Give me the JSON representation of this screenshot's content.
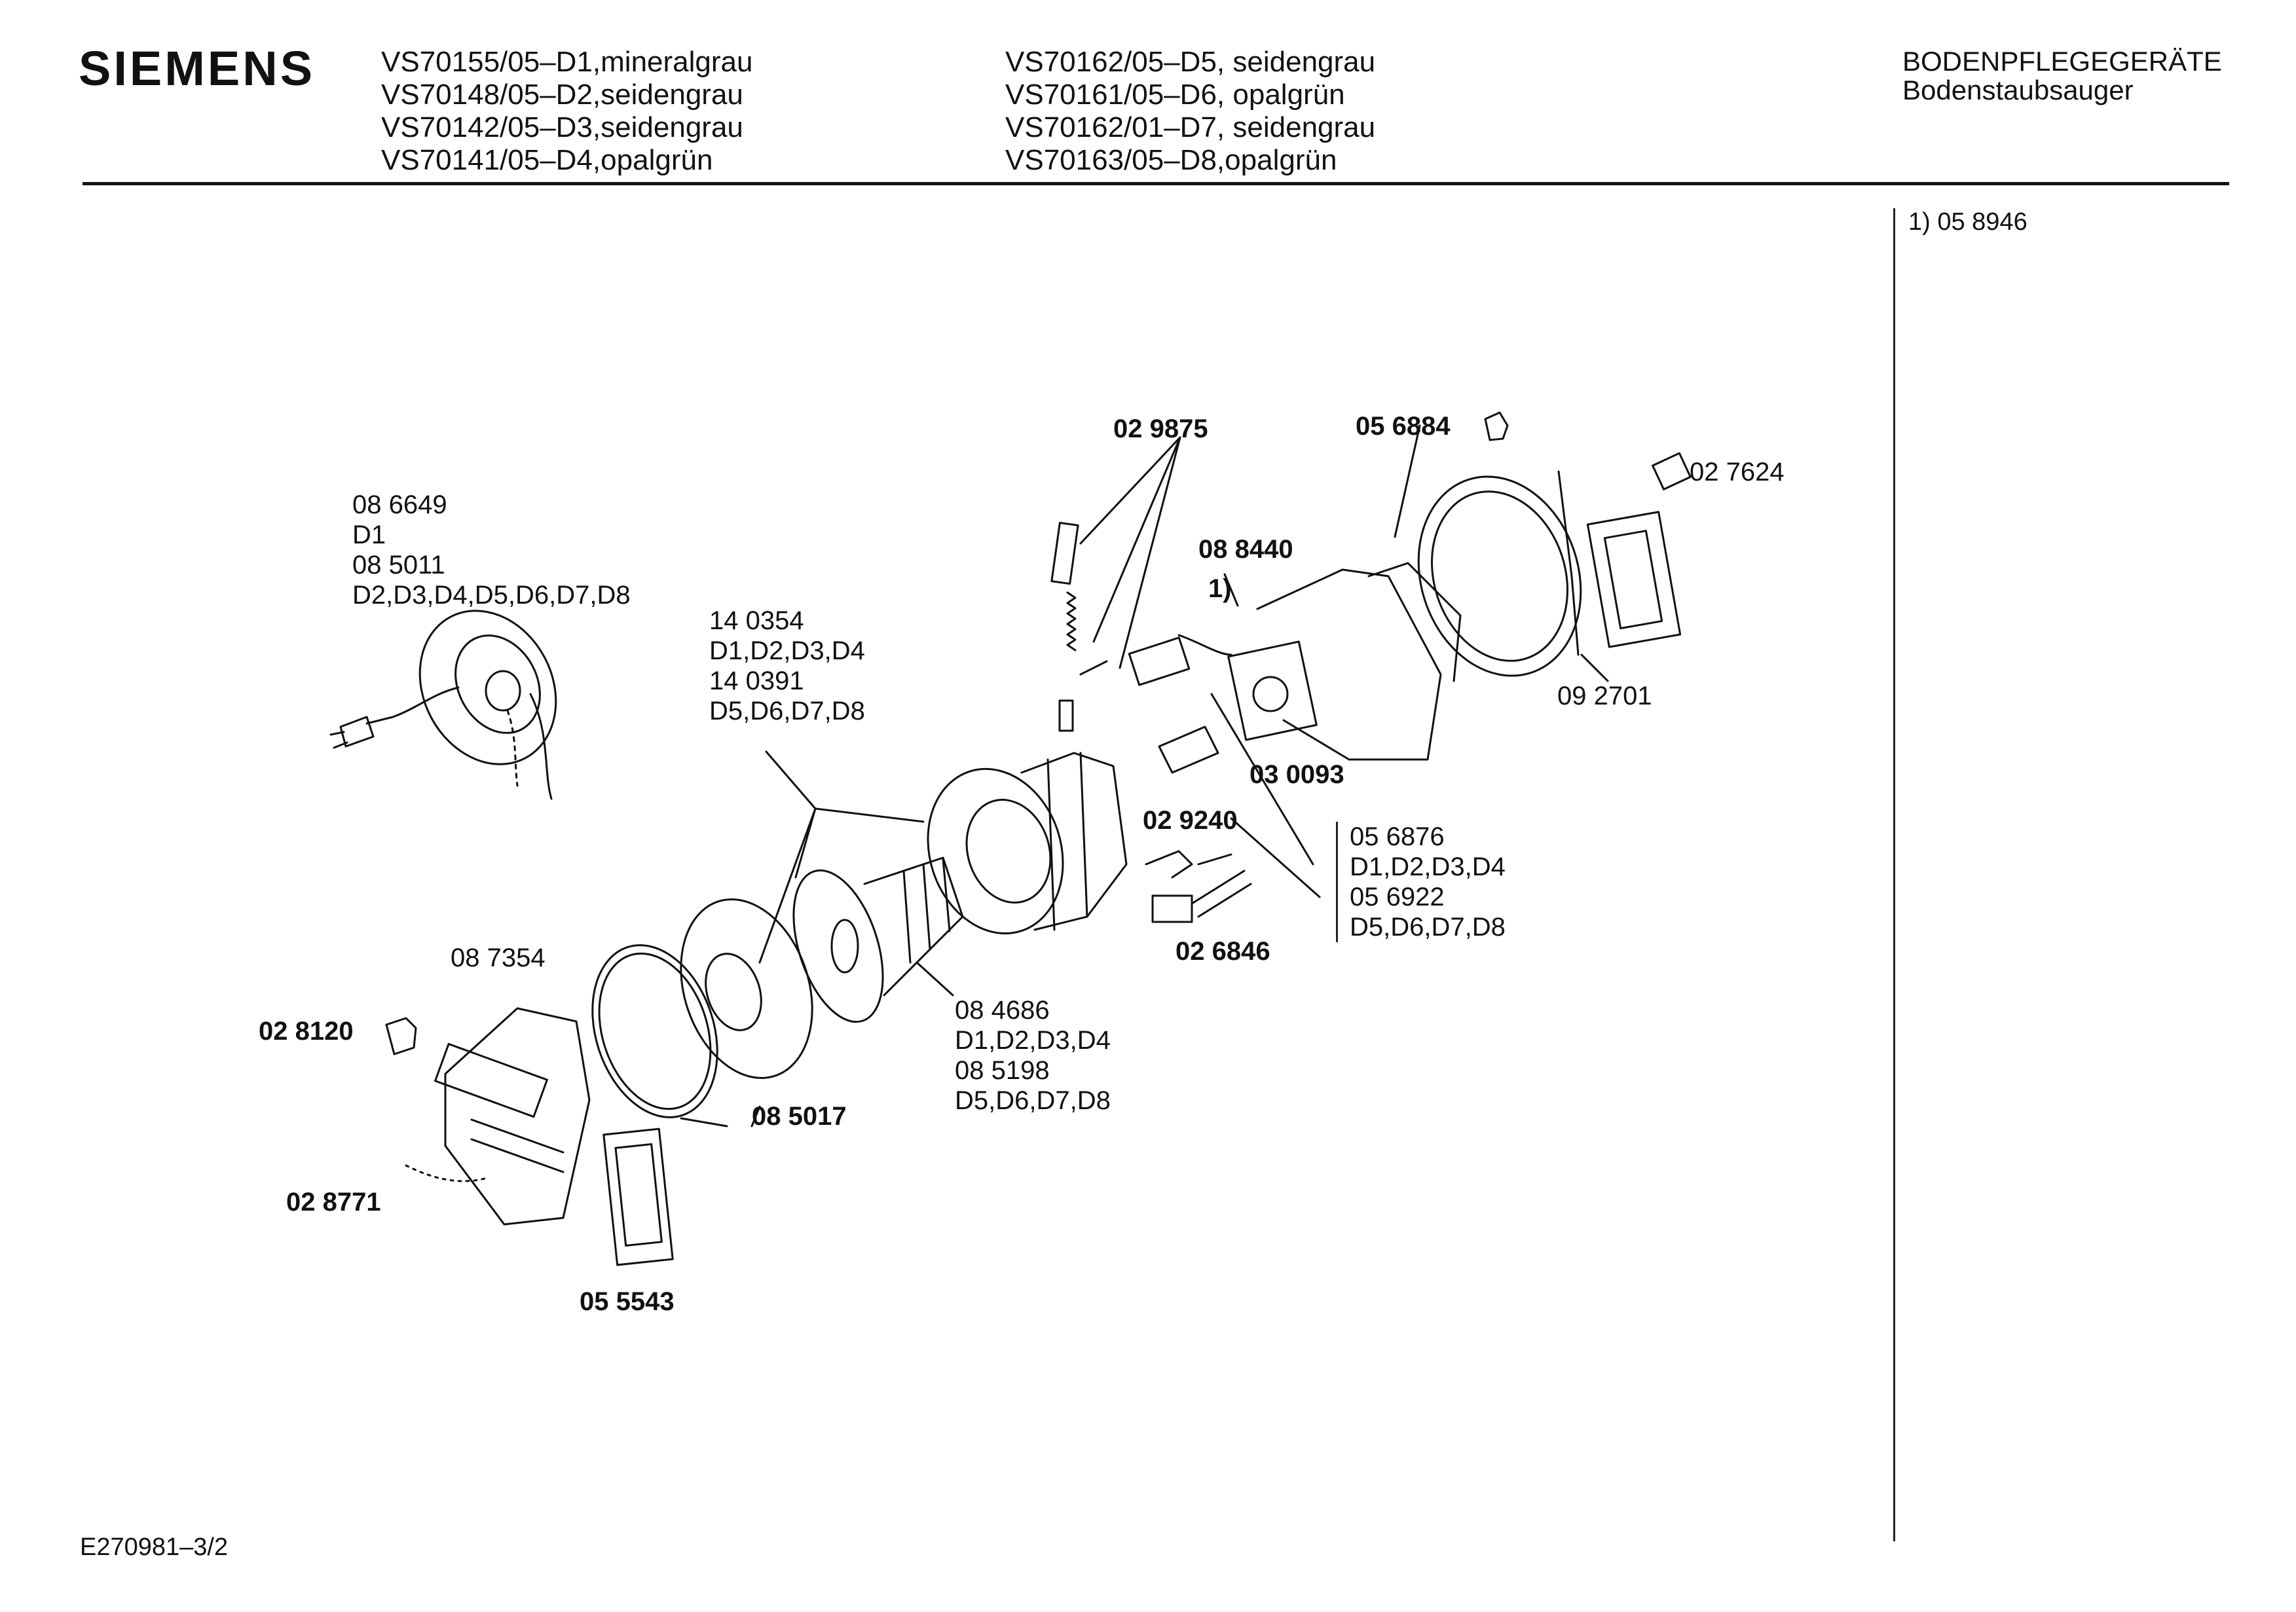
{
  "header": {
    "brand": "SIEMENS",
    "models_left": [
      "VS70155/05–D1,mineralgrau",
      "VS70148/05–D2,seidengrau",
      "VS70142/05–D3,seidengrau",
      "VS70141/05–D4,opalgrün"
    ],
    "models_right": [
      "VS70162/05–D5, seidengrau",
      "VS70161/05–D6, opalgrün",
      "VS70162/01–D7, seidengrau",
      "VS70163/05–D8,opalgrün"
    ],
    "category": "BODENPFLEGEGERÄTE",
    "subcategory": "Bodenstaubsauger"
  },
  "footnote": "1)  05 8946",
  "document_number": "E270981–3/2",
  "parts": {
    "cord_reel": [
      "08 6649",
      "D1",
      "08 5011",
      "D2,D3,D4,D5,D6,D7,D8"
    ],
    "motor_housing": [
      "14 0354",
      "D1,D2,D3,D4",
      "14 0391",
      "D5,D6,D7,D8"
    ],
    "p029875": "02 9875",
    "p056884": "05 6884",
    "p027624": "02 7624",
    "p088440": "08 8440",
    "fn_marker": "1)",
    "p092701": "09 2701",
    "p030093": "03 0093",
    "p029240": "02 9240",
    "p026846": "02 6846",
    "suppressor": [
      "05 6876",
      "D1,D2,D3,D4",
      "05 6922",
      "D5,D6,D7,D8"
    ],
    "p087354": "08 7354",
    "armature": [
      "08 4686",
      "D1,D2,D3,D4",
      "08 5198",
      "D5,D6,D7,D8"
    ],
    "p028120": "02 8120",
    "p085017": "08 5017",
    "p028771": "02 8771",
    "p055543": "05 5543"
  }
}
